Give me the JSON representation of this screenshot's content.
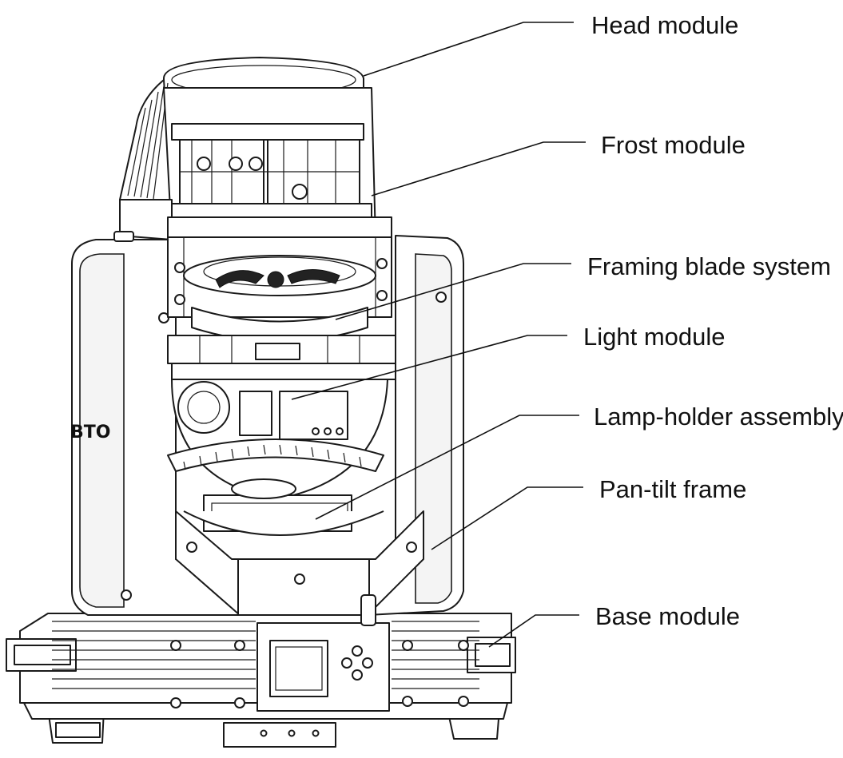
{
  "callouts": [
    {
      "key": "head",
      "label": "Head module"
    },
    {
      "key": "frost",
      "label": "Frost module"
    },
    {
      "key": "framing",
      "label": "Framing blade system"
    },
    {
      "key": "light",
      "label": "Light module"
    },
    {
      "key": "lampholder",
      "label": "Lamp-holder assembly"
    },
    {
      "key": "pantilt",
      "label": "Pan-tilt frame"
    },
    {
      "key": "base",
      "label": "Base module"
    }
  ],
  "brand_mark": "BTO"
}
